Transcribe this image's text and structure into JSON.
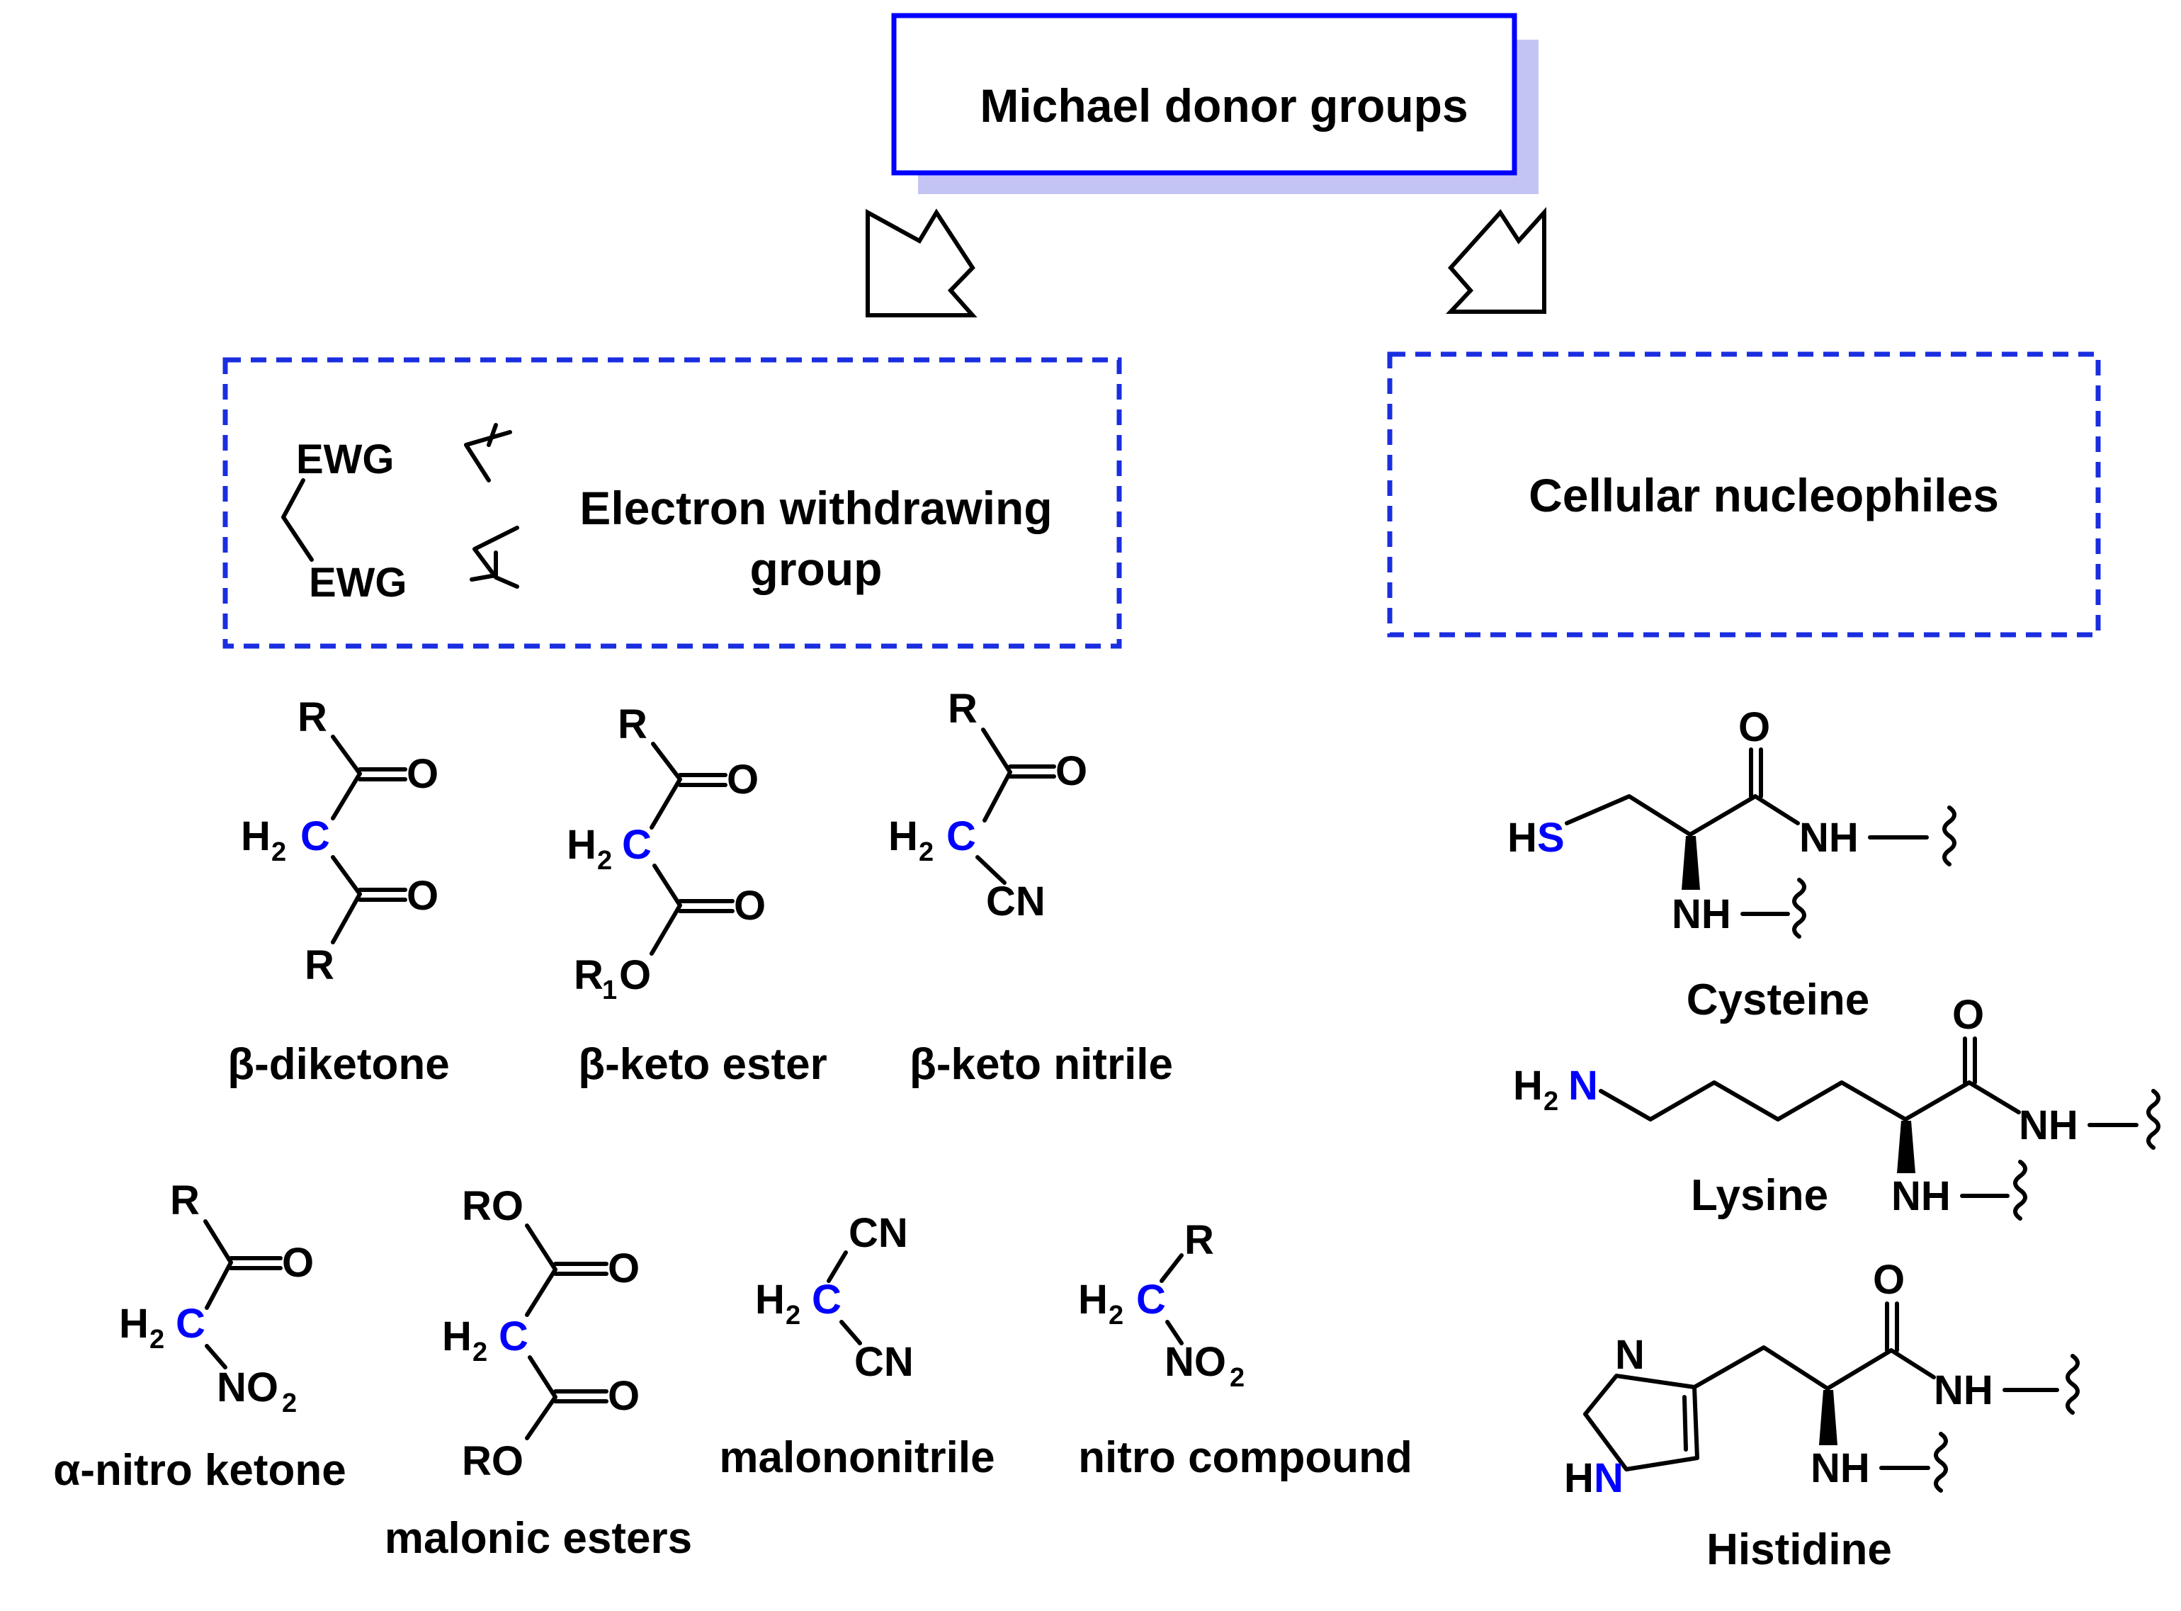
{
  "title": "Michael donor groups",
  "colors": {
    "accent_blue": "#0000ff",
    "shadow": "#c4c4f4",
    "dotted_border": "#1a2ee0"
  },
  "left_panel": {
    "label_line1": "Electron withdrawing",
    "label_line2": "group",
    "ewg": "EWG"
  },
  "right_panel": {
    "label": "Cellular nucleophiles"
  },
  "atoms": {
    "R": "R",
    "O": "O",
    "C": "C",
    "H": "H",
    "CN": "CN",
    "N": "N",
    "S": "S",
    "NH": "NH",
    "RO": "RO",
    "HS": "HS",
    "HN": "HN",
    "H2": "H",
    "sub2": "2",
    "R1": "R",
    "sub1": "1",
    "NO": "NO"
  },
  "captions": {
    "beta_diketone": "β-diketone",
    "beta_keto_ester": "β-keto ester",
    "beta_keto_nitrile": "β-keto nitrile",
    "alpha_nitro_ketone": "α-nitro ketone",
    "malonic_esters": "malonic esters",
    "malononitrile": "malononitrile",
    "nitro_compound": "nitro compound",
    "cysteine": "Cysteine",
    "lysine": "Lysine",
    "histidine": "Histidine"
  }
}
